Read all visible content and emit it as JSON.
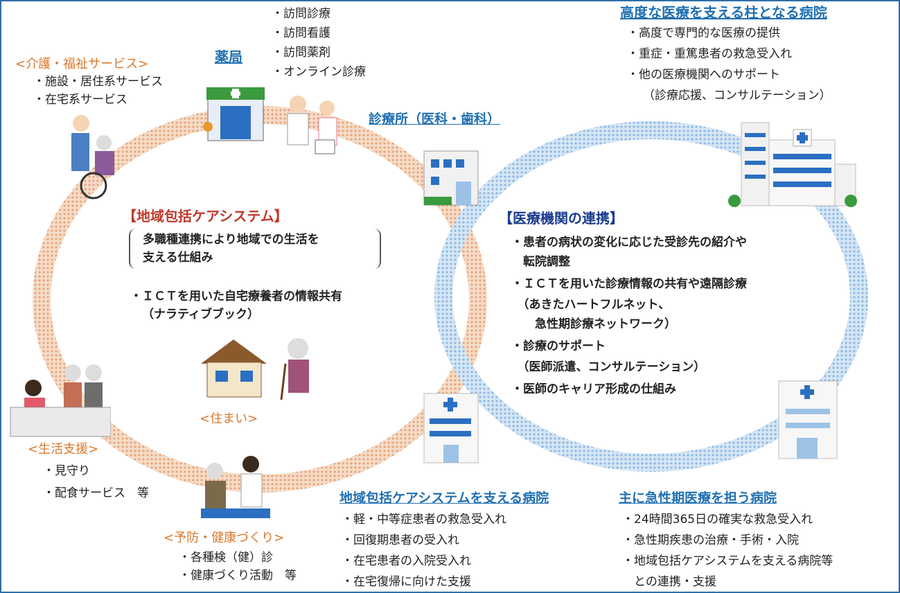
{
  "left_system": {
    "title": "【地域包括ケアシステム】",
    "subtitle_line1": "多職種連携により地域での生活を",
    "subtitle_line2": "支える仕組み",
    "ict_line1": "・ＩＣＴを用いた自宅療養者の情報共有",
    "ict_line2": "（ナラティブブック）"
  },
  "right_system": {
    "title": "【医療機関の連携】",
    "items": [
      "・患者の病状の変化に応じた受診先の紹介や",
      "　転院調整",
      "・ＩＣＴを用いた診療情報の共有や遠隔診療",
      "　（あきたハートフルネット、",
      "　　急性期診療ネットワーク）",
      "・診療のサポート",
      "　（医師派遣、コンサルテーション）",
      "・医師のキャリア形成の仕組み"
    ]
  },
  "care_services": {
    "title": "<介護・福祉サービス>",
    "items": [
      "・施設・居住系サービス",
      "・在宅系サービス"
    ]
  },
  "pharmacy": {
    "title": "薬局"
  },
  "home_visits": {
    "items": [
      "・訪問診療",
      "・訪問看護",
      "・訪問薬剤",
      "・オンライン診療"
    ]
  },
  "clinic": {
    "title": "診療所（医科・歯科）"
  },
  "advanced_hospital": {
    "title": "高度な医療を支える柱となる病院",
    "items": [
      "・高度で専門的な医療の提供",
      "・重症・重篤患者の救急受入れ",
      "・他の医療機関へのサポート",
      "（診療応援、コンサルテーション）"
    ]
  },
  "housing": {
    "title": "<住まい>"
  },
  "life_support": {
    "title": "<生活支援>",
    "items": [
      "・見守り",
      "・配食サービス　等"
    ]
  },
  "prevention": {
    "title": "<予防・健康づくり>",
    "items": [
      "・各種検（健）診",
      "・健康づくり活動　等"
    ]
  },
  "community_hospital": {
    "title": "地域包括ケアシステムを支える病院",
    "items": [
      "・軽・中等症患者の救急受入れ",
      "・回復期患者の受入れ",
      "・在宅患者の入院受入れ",
      "・在宅復帰に向けた支援"
    ]
  },
  "acute_hospital": {
    "title": "主に急性期医療を担う病院",
    "items": [
      "・24時間365日の確実な救急受入れ",
      "・急性期疾患の治療・手術・入院",
      "・地域包括ケアシステムを支える病院等",
      "　との連携・支援"
    ]
  },
  "colors": {
    "frame": "#2f6fa8",
    "orange_ring": "#eab08a",
    "blue_ring": "#9cc3e6",
    "accent_orange": "#d9782d",
    "accent_blue": "#1f6fb2"
  },
  "icons": [
    "pharmacy-building-icon",
    "doctor-nurse-icon",
    "caregiver-wheelchair-icon",
    "clinic-building-icon",
    "large-hospital-icon",
    "house-icon",
    "elderly-person-icon",
    "family-consultation-icon",
    "doctor-patient-icon",
    "hospital-icon",
    "small-hospital-icon"
  ]
}
